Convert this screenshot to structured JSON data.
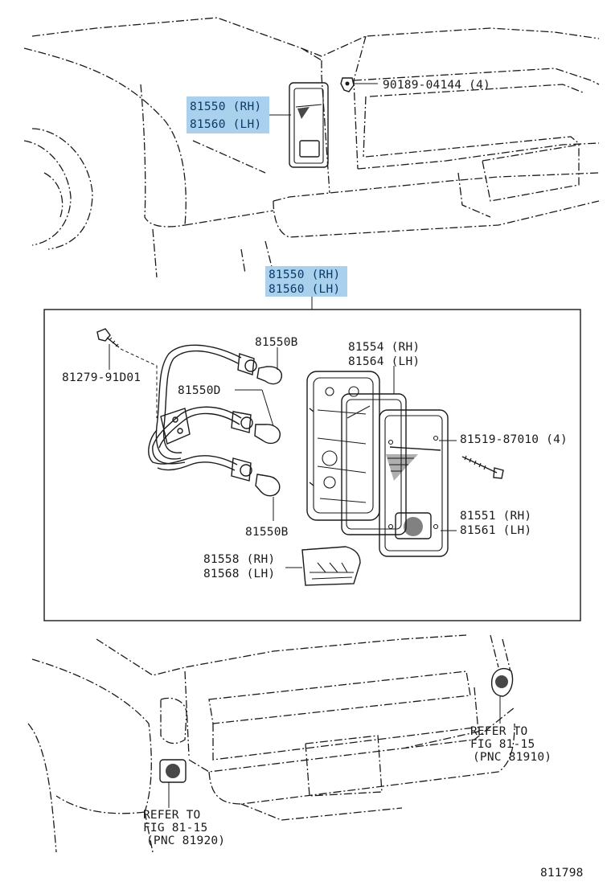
{
  "colors": {
    "highlight": "#a9d1ee",
    "ink": "#1a1a1a",
    "background": "#ffffff"
  },
  "labels": {
    "top_callout_rh": "81550 (RH)",
    "top_callout_lh": "81560 (LH)",
    "screw_top": "90189-04144 (4)",
    "assembly_rh": "81550 (RH)",
    "assembly_lh": "81560 (LH)",
    "bolt_left": "81279-91D01",
    "bulb_top": "81550B",
    "bulb_middle": "81550D",
    "bulb_bottom": "81550B",
    "gasket_rh": "81554 (RH)",
    "gasket_lh": "81564 (LH)",
    "screw_right": "81519-87010 (4)",
    "lens_rh": "81551 (RH)",
    "lens_lh": "81561 (LH)",
    "reflector_rh": "81558 (RH)",
    "reflector_lh": "81568 (LH)",
    "ref_right_1": "REFER TO",
    "ref_right_2": "FIG 81-15",
    "ref_right_3": "(PNC 81910)",
    "ref_left_1": "REFER TO",
    "ref_left_2": "FIG 81-15",
    "ref_left_3": "(PNC 81920)",
    "figure_number": "811798"
  }
}
